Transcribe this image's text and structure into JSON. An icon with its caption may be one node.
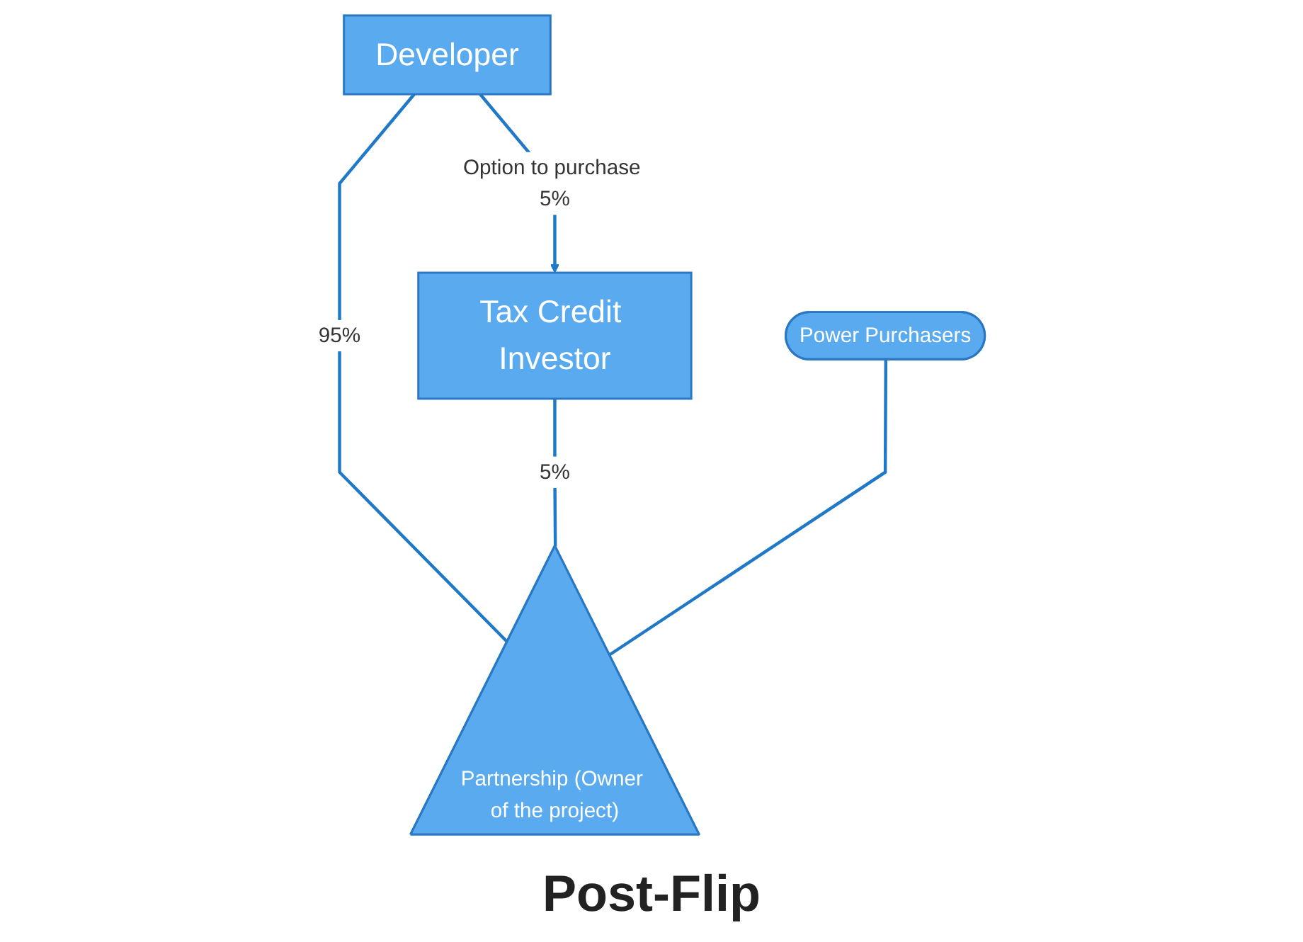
{
  "diagram": {
    "caption": "Post-Flip",
    "nodes": [
      {
        "text": [
          "Developer"
        ]
      },
      {
        "text": [
          "Tax Credit Investor"
        ]
      },
      {
        "text": [
          "Power Purchasers"
        ]
      },
      {
        "text": [
          "Partnership (Owner of the project)"
        ]
      }
    ],
    "edges": [
      {
        "from": 0,
        "to": 1,
        "arrow": "to",
        "label": "Option to purchase 5%"
      },
      {
        "from": 0,
        "to": 3,
        "arrow": "none",
        "label": "95%"
      },
      {
        "from": 1,
        "to": 3,
        "arrow": "none",
        "label": "5%"
      },
      {
        "from": 2,
        "to": 3,
        "arrow": "none"
      }
    ]
  }
}
